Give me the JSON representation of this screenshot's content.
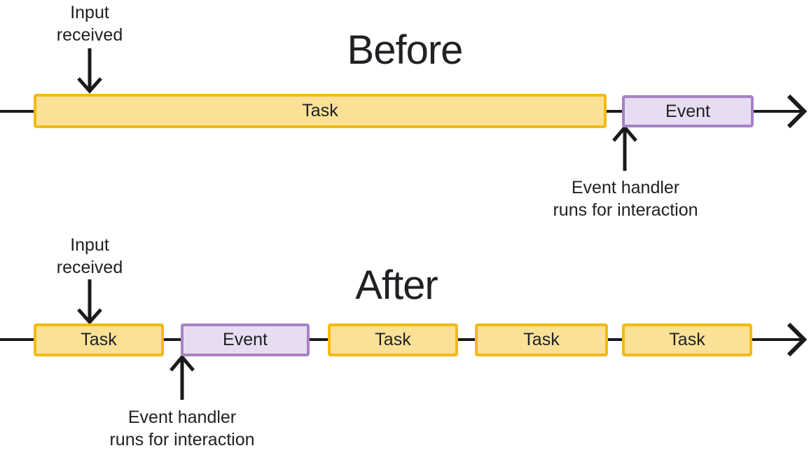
{
  "diagram": {
    "before": {
      "title": "Before",
      "input_label": {
        "line1": "Input",
        "line2": "received"
      },
      "handler_label": {
        "line1": "Event handler",
        "line2": "runs for interaction"
      },
      "boxes": [
        {
          "type": "task",
          "label": "Task"
        },
        {
          "type": "event",
          "label": "Event"
        }
      ]
    },
    "after": {
      "title": "After",
      "input_label": {
        "line1": "Input",
        "line2": "received"
      },
      "handler_label": {
        "line1": "Event handler",
        "line2": "runs for interaction"
      },
      "boxes": [
        {
          "type": "task",
          "label": "Task"
        },
        {
          "type": "event",
          "label": "Event"
        },
        {
          "type": "task",
          "label": "Task"
        },
        {
          "type": "task",
          "label": "Task"
        },
        {
          "type": "task",
          "label": "Task"
        }
      ]
    },
    "colors": {
      "task_fill": "#FBE196",
      "task_border": "#F4B912",
      "event_fill": "#E7DCF1",
      "event_border": "#A782C4",
      "arrow": "#1A1A1A",
      "text": "#202124",
      "background": "#FFFFFF"
    }
  }
}
